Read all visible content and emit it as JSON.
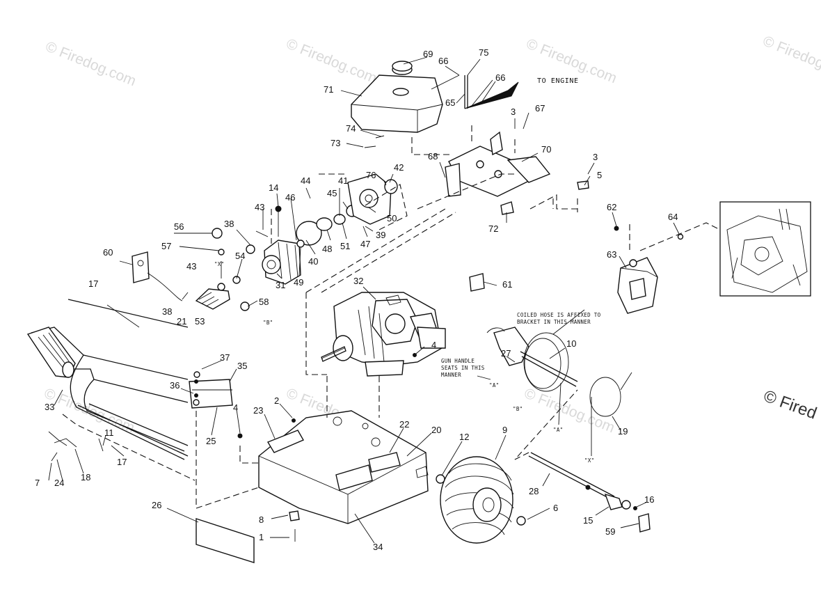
{
  "watermark": {
    "text": "© Firedog.com",
    "edge_text": "© Fired"
  },
  "notes": {
    "to_engine": "TO ENGINE",
    "coiled_hose_line1": "COILED HOSE IS AFFIXED TO",
    "coiled_hose_line2": "BRACKET IN THIS MANNER",
    "gun_handle_line1": "GUN HANDLE",
    "gun_handle_line2": "SEATS IN THIS",
    "gun_handle_line3": "MANNER"
  },
  "connectors": {
    "a": "\"A\"",
    "b": "\"B\"",
    "x": "\"X\""
  },
  "callouts": {
    "c1": "1",
    "c2": "2",
    "c3a": "3",
    "c3b": "3",
    "c4a": "4",
    "c4b": "4",
    "c5": "5",
    "c6": "6",
    "c7": "7",
    "c8": "8",
    "c9": "9",
    "c10": "10",
    "c11": "11",
    "c12": "12",
    "c14": "14",
    "c15": "15",
    "c16": "16",
    "c17a": "17",
    "c17b": "17",
    "c18": "18",
    "c19": "19",
    "c20": "20",
    "c21": "21",
    "c22": "22",
    "c23": "23",
    "c24": "24",
    "c25": "25",
    "c26": "26",
    "c27": "27",
    "c28": "28",
    "c31": "31",
    "c32": "32",
    "c33": "33",
    "c34": "34",
    "c35": "35",
    "c36": "36",
    "c37": "37",
    "c38a": "38",
    "c38b": "38",
    "c39": "39",
    "c40": "40",
    "c41": "41",
    "c42": "42",
    "c43a": "43",
    "c43b": "43",
    "c44": "44",
    "c45": "45",
    "c46": "46",
    "c47": "47",
    "c48": "48",
    "c49": "49",
    "c50": "50",
    "c51": "51",
    "c53": "53",
    "c54": "54",
    "c56": "56",
    "c57": "57",
    "c58": "58",
    "c59": "59",
    "c60": "60",
    "c61": "61",
    "c62": "62",
    "c63": "63",
    "c64": "64",
    "c65": "65",
    "c66a": "66",
    "c66b": "66",
    "c67": "67",
    "c68": "68",
    "c69": "69",
    "c70": "70",
    "c71": "71",
    "c72": "72",
    "c73": "73",
    "c74": "74",
    "c75": "75",
    "c76": "76"
  }
}
